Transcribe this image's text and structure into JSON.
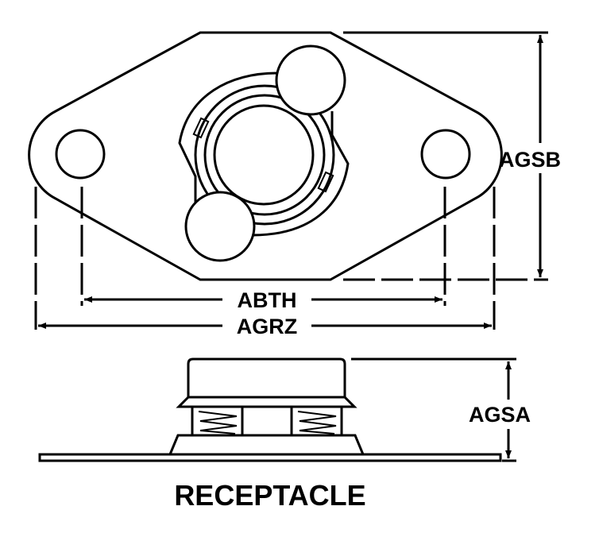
{
  "labels": {
    "height_top": "AGSB",
    "hole_spacing": "ABTH",
    "overall_length": "AGRZ",
    "height_side": "AGSA"
  },
  "caption": "RECEPTACLE",
  "colors": {
    "ink": "#000000",
    "background": "#ffffff"
  }
}
